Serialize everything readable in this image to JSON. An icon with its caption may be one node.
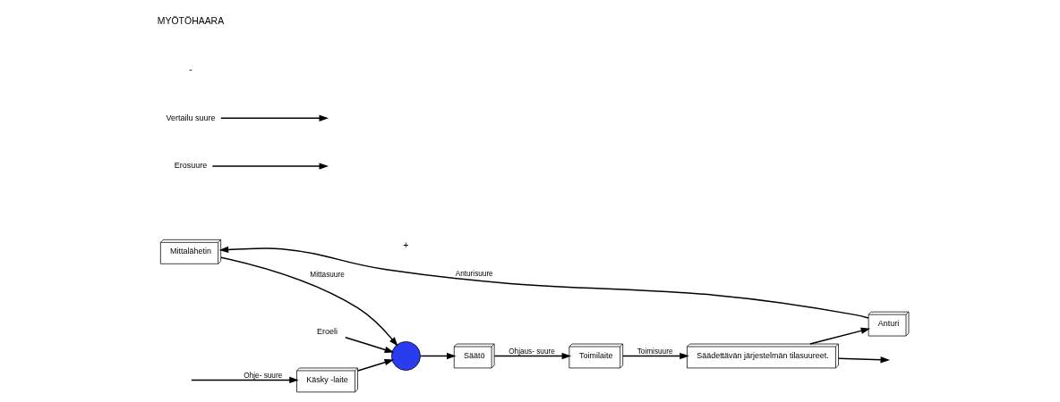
{
  "diagram": {
    "nodes": [
      {
        "text": [
          "Käsky -laite"
        ]
      },
      {
        "text": [],
        "shape": "circle"
      },
      {
        "text": [
          "Säätö"
        ]
      },
      {
        "text": [
          "Toimilaite"
        ]
      },
      {
        "text": [
          "Säädettävän järjestelmän tilasuureet."
        ]
      },
      {
        "text": [
          "Anturi"
        ]
      },
      {
        "text": [
          "Mittalähetin"
        ]
      },
      {
        "text": [
          "Eroeli"
        ]
      },
      {
        "text": [
          "Erosuure"
        ]
      },
      {
        "text": [
          "Vertailu suure"
        ]
      }
    ],
    "edges": [
      {
        "from": null,
        "to": 0,
        "arrow": "to",
        "label": "Ohje- suure"
      },
      {
        "from": 0,
        "to": 1,
        "arrow": "to"
      },
      {
        "from": 1,
        "to": 2,
        "arrow": "to"
      },
      {
        "from": 2,
        "to": 3,
        "arrow": "to",
        "label": "Ohjaus- suure"
      },
      {
        "from": 3,
        "to": 4,
        "arrow": "to",
        "label": "Toimisuure"
      },
      {
        "from": 4,
        "to": null,
        "arrow": "to"
      },
      {
        "from": 4,
        "to": 5,
        "arrow": "to"
      },
      {
        "from": 5,
        "to": 6,
        "arrow": "to",
        "label": "Anturisuure"
      },
      {
        "from": 6,
        "to": 1,
        "arrow": "to",
        "label": "Mittasuure"
      },
      {
        "from": 7,
        "to": 1,
        "arrow": "to"
      },
      {
        "from": 8,
        "to": null,
        "arrow": "to"
      },
      {
        "from": 9,
        "to": null,
        "arrow": "to"
      }
    ],
    "labels": [
      "+",
      "-",
      "MYÖTÖHAARA"
    ]
  }
}
